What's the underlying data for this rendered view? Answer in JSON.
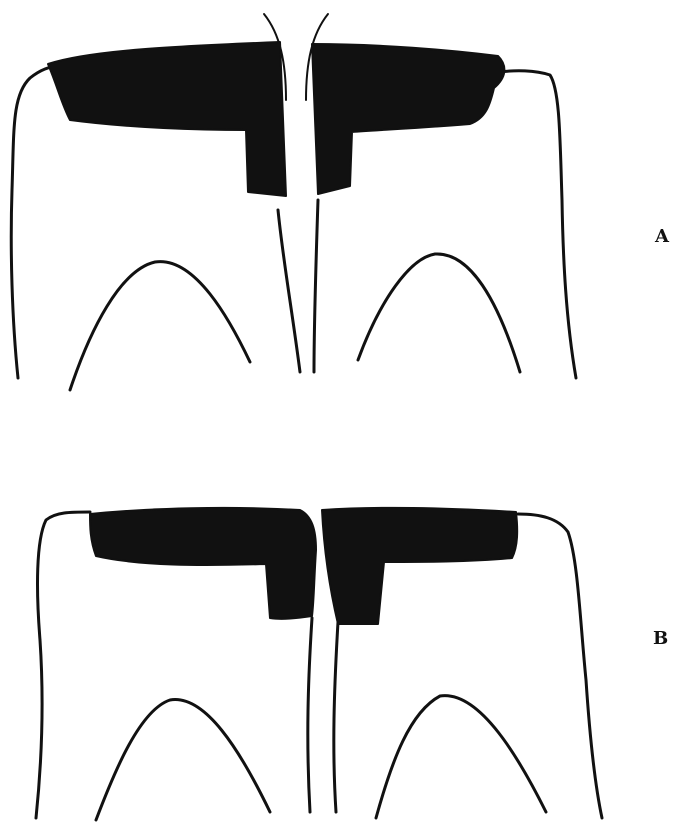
{
  "figures": [
    {
      "id": "A",
      "label": "A"
    },
    {
      "id": "B",
      "label": "B"
    }
  ],
  "colors": {
    "ink": "#111111",
    "paper": "#ffffff"
  }
}
